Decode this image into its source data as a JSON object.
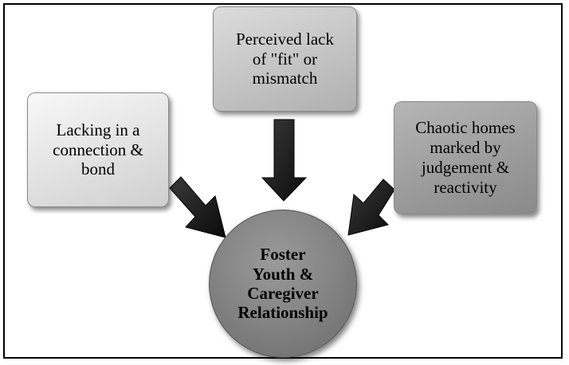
{
  "diagram": {
    "boxes": {
      "left": {
        "lines": [
          "Lacking in a",
          "connection &",
          "bond"
        ]
      },
      "top": {
        "lines": [
          "Perceived lack",
          "of \"fit\" or",
          "mismatch"
        ]
      },
      "right": {
        "lines": [
          "Chaotic homes",
          "marked by",
          "judgement &",
          "reactivity"
        ]
      }
    },
    "center": {
      "lines": [
        "Foster",
        "Youth &",
        "Caregiver",
        "Relationship"
      ]
    },
    "colors": {
      "arrow": "#1a1a1a",
      "border": "#000000"
    }
  }
}
